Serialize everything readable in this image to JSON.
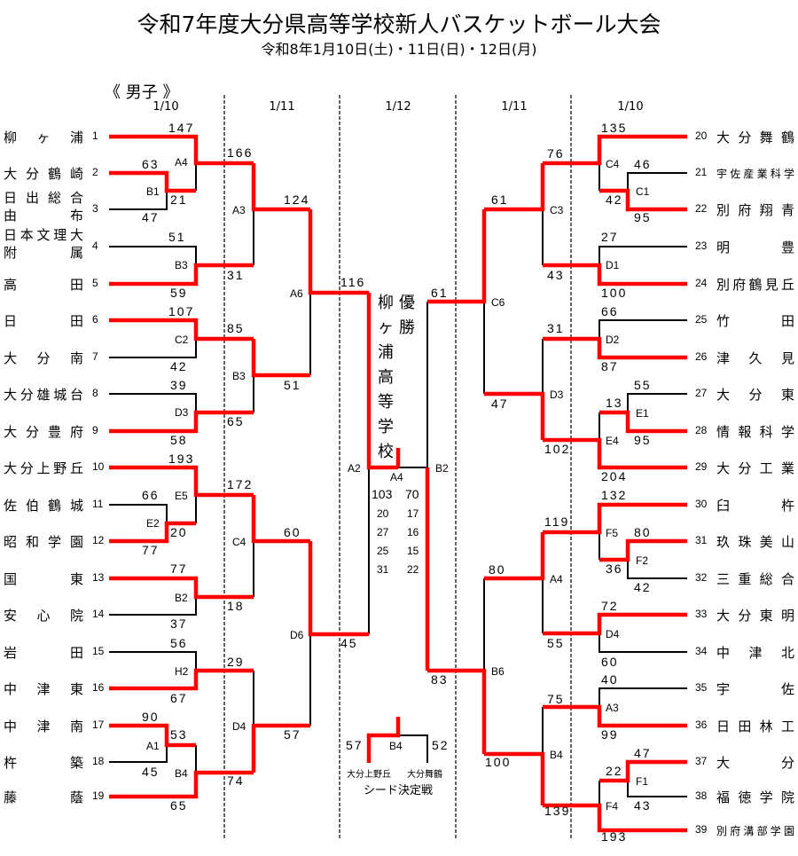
{
  "header": {
    "title": "令和7年度大分県高等学校新人バスケットボール大会",
    "subtitle": "令和8年1月10日(土)・11日(日)・12日(月)",
    "section": "《 男子 》"
  },
  "dates": [
    "1/10",
    "1/11",
    "1/12",
    "1/11",
    "1/10"
  ],
  "left_teams": [
    {
      "no": "1",
      "name": "柳ヶ浦"
    },
    {
      "no": "2",
      "name": "大分鶴崎"
    },
    {
      "no": "3",
      "name": "日出総合",
      "name2": "由布"
    },
    {
      "no": "4",
      "name": "日本文理大",
      "name2": "附属"
    },
    {
      "no": "5",
      "name": "高田"
    },
    {
      "no": "6",
      "name": "日田"
    },
    {
      "no": "7",
      "name": "大分南"
    },
    {
      "no": "8",
      "name": "大分雄城台"
    },
    {
      "no": "9",
      "name": "大分豊府"
    },
    {
      "no": "10",
      "name": "大分上野丘"
    },
    {
      "no": "11",
      "name": "佐伯鶴城"
    },
    {
      "no": "12",
      "name": "昭和学園"
    },
    {
      "no": "13",
      "name": "国東"
    },
    {
      "no": "14",
      "name": "安心院"
    },
    {
      "no": "15",
      "name": "岩田"
    },
    {
      "no": "16",
      "name": "中津東"
    },
    {
      "no": "17",
      "name": "中津南"
    },
    {
      "no": "18",
      "name": "杵築"
    },
    {
      "no": "19",
      "name": "藤蔭"
    }
  ],
  "right_teams": [
    {
      "no": "20",
      "name": "大分舞鶴"
    },
    {
      "no": "21",
      "name": "宇佐産業科学"
    },
    {
      "no": "22",
      "name": "別府翔青"
    },
    {
      "no": "23",
      "name": "明豊"
    },
    {
      "no": "24",
      "name": "別府鶴見丘"
    },
    {
      "no": "25",
      "name": "竹田"
    },
    {
      "no": "26",
      "name": "津久見"
    },
    {
      "no": "27",
      "name": "大分東"
    },
    {
      "no": "28",
      "name": "情報科学"
    },
    {
      "no": "29",
      "name": "大分工業"
    },
    {
      "no": "30",
      "name": "臼杵"
    },
    {
      "no": "31",
      "name": "玖珠美山"
    },
    {
      "no": "32",
      "name": "三重総合"
    },
    {
      "no": "33",
      "name": "大分東明"
    },
    {
      "no": "34",
      "name": "中津北"
    },
    {
      "no": "35",
      "name": "宇佐"
    },
    {
      "no": "36",
      "name": "日田林工"
    },
    {
      "no": "37",
      "name": "大分"
    },
    {
      "no": "38",
      "name": "福徳学院"
    },
    {
      "no": "39",
      "name": "別府溝部学園"
    }
  ],
  "match_codes": {
    "left": [
      "A4",
      "B1",
      "A3",
      "B3",
      "A6",
      "C2",
      "B3",
      "D3",
      "A2",
      "E5",
      "E2",
      "C4",
      "B2",
      "D6",
      "H2",
      "A1",
      "D4",
      "B4"
    ],
    "right": [
      "C4",
      "C1",
      "C3",
      "D1",
      "C6",
      "D2",
      "D3",
      "E1",
      "E4",
      "B2",
      "F5",
      "F2",
      "A4",
      "D4",
      "B6",
      "A3",
      "B4",
      "F1",
      "F4"
    ]
  },
  "scores": {
    "left": [
      "147",
      "63",
      "21",
      "47",
      "166",
      "124",
      "51",
      "31",
      "59",
      "107",
      "85",
      "42",
      "39",
      "51",
      "65",
      "58",
      "116",
      "193",
      "172",
      "66",
      "20",
      "77",
      "60",
      "77",
      "18",
      "37",
      "45",
      "56",
      "29",
      "67",
      "90",
      "53",
      "45",
      "74",
      "57",
      "65"
    ],
    "right": [
      "135",
      "76",
      "46",
      "42",
      "95",
      "61",
      "27",
      "43",
      "100",
      "61",
      "66",
      "31",
      "87",
      "47",
      "55",
      "13",
      "95",
      "102",
      "204",
      "132",
      "119",
      "80",
      "80",
      "36",
      "42",
      "72",
      "55",
      "60",
      "83",
      "40",
      "75",
      "99",
      "100",
      "47",
      "22",
      "43",
      "139",
      "193"
    ]
  },
  "final": {
    "code": "A4",
    "champion_label": "優勝",
    "champion": "柳ヶ浦高等学校",
    "left_total": "103",
    "right_total": "70",
    "quarters": [
      [
        "20",
        "17"
      ],
      [
        "27",
        "16"
      ],
      [
        "25",
        "15"
      ],
      [
        "31",
        "22"
      ]
    ]
  },
  "seed_match": {
    "code": "B4",
    "left_score": "57",
    "right_score": "52",
    "left_team": "大分上野丘",
    "right_team": "大分舞鶴",
    "label": "シード決定戦"
  },
  "colors": {
    "winner_line": "#ff0000",
    "loser_line": "#000000"
  }
}
